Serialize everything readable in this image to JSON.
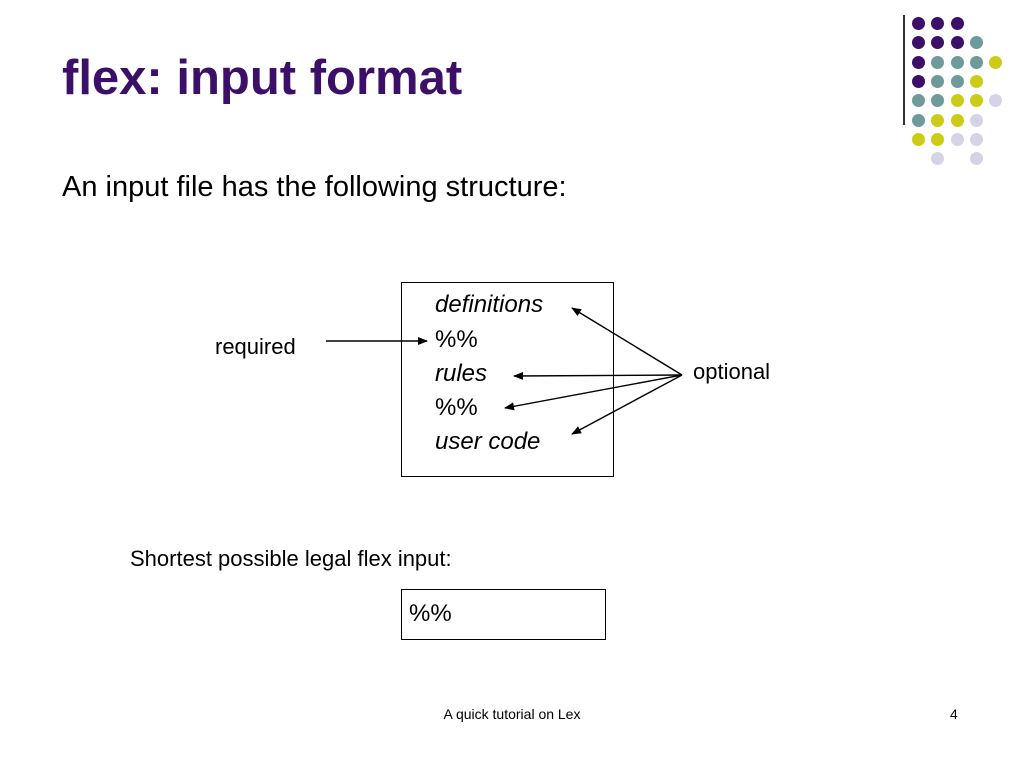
{
  "slide": {
    "title": "flex: input format",
    "body_text": "An input file has the following structure:",
    "structure": {
      "definitions": "definitions",
      "separator_1": "%%",
      "rules": "rules",
      "separator_2": "%%",
      "user_code": "user code"
    },
    "label_required": "required",
    "label_optional": "optional",
    "shortest_label": "Shortest possible legal flex input:",
    "shortest_box": "%%"
  },
  "footer": {
    "text": "A quick tutorial on Lex",
    "page_number": "4"
  },
  "colors": {
    "title": "#3c1068",
    "dot_purple": "#3c1068",
    "dot_teal": "#6d9a9a",
    "dot_yellow": "#cccc16",
    "dot_lavender": "#d4d4e6"
  },
  "decoration": {
    "dot_grid": [
      [
        "purple",
        "purple",
        "purple",
        null,
        null
      ],
      [
        "purple",
        "purple",
        "purple",
        "teal",
        null
      ],
      [
        "purple",
        "teal",
        "teal",
        "teal",
        "yellow"
      ],
      [
        "purple",
        "teal",
        "teal",
        "yellow",
        null
      ],
      [
        "teal",
        "teal",
        "yellow",
        "yellow",
        "lavender"
      ],
      [
        "teal",
        "yellow",
        "yellow",
        "lavender",
        null
      ],
      [
        "yellow",
        "yellow",
        "lavender",
        "lavender",
        null
      ],
      [
        null,
        "lavender",
        null,
        "lavender",
        null
      ]
    ]
  }
}
